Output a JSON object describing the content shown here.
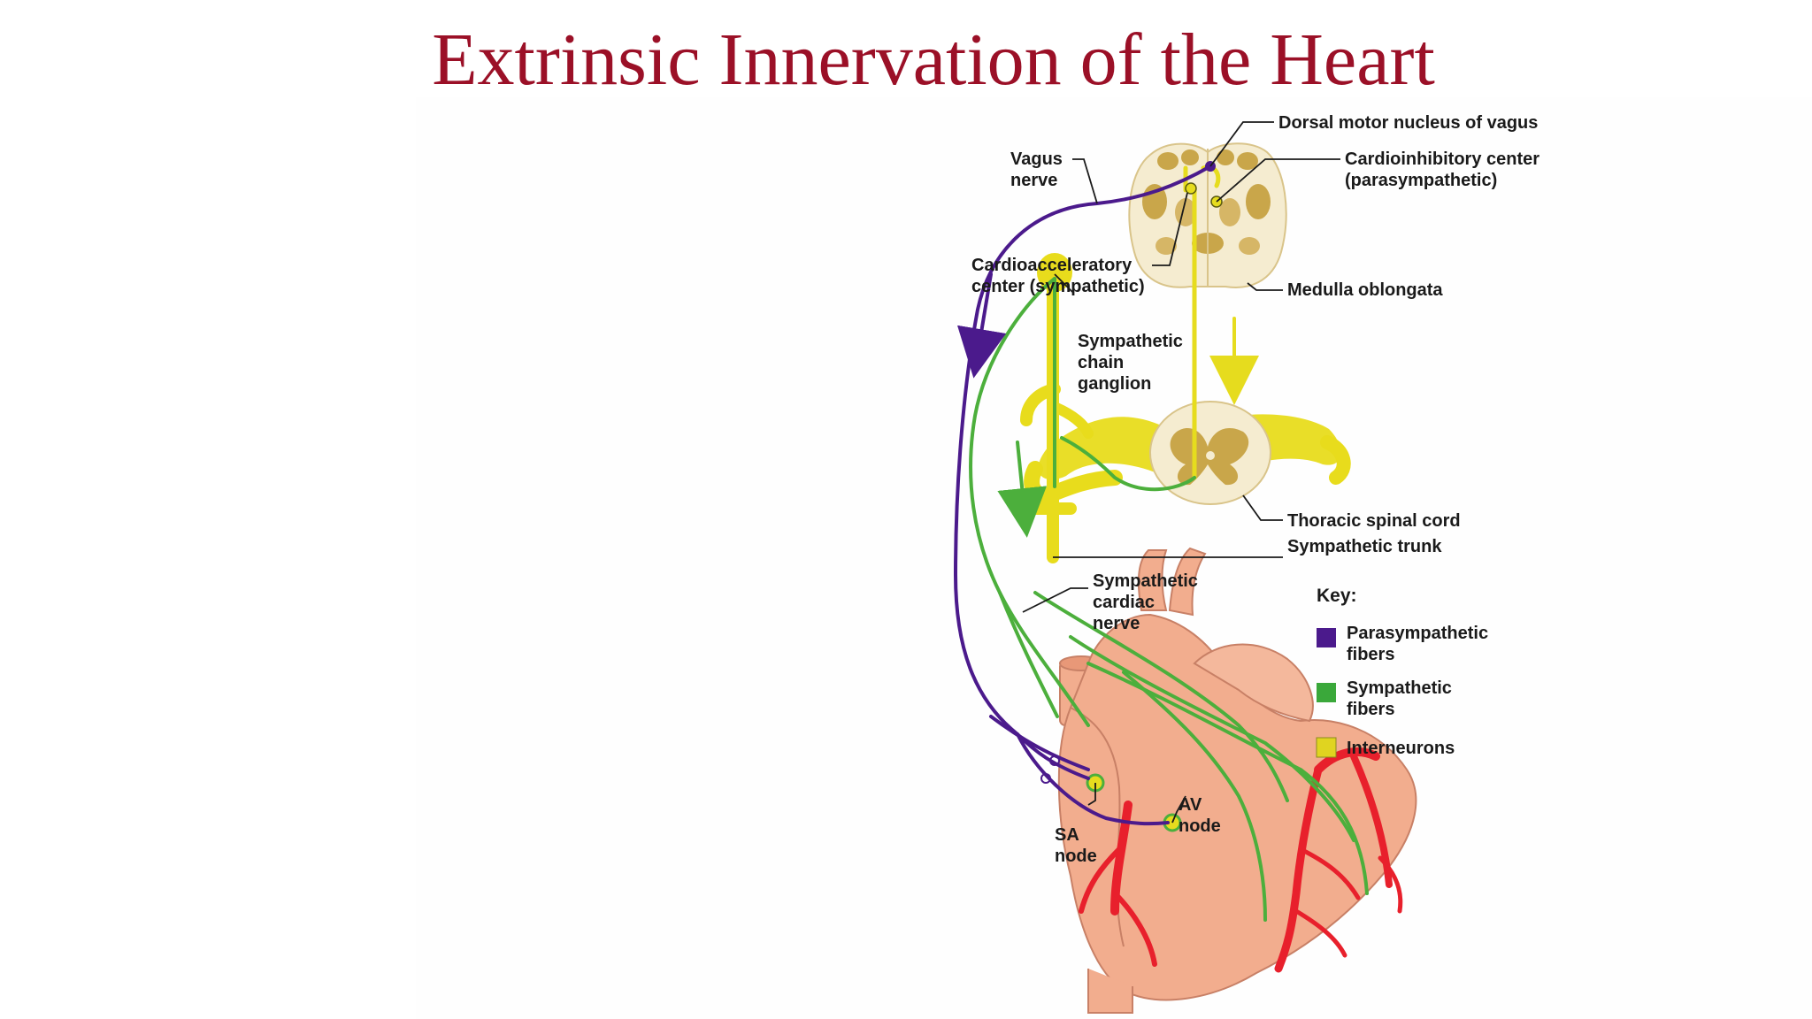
{
  "slide": {
    "title": "Extrinsic Innervation of the Heart"
  },
  "labels": {
    "dorsal_motor_nucleus": "Dorsal motor nucleus of vagus",
    "cardioinhibitory_l1": "Cardioinhibitory center",
    "cardioinhibitory_l2": "(parasympathetic)",
    "vagus_l1": "Vagus",
    "vagus_l2": "nerve",
    "cardioacceleratory_l1": "Cardioacceleratory",
    "cardioacceleratory_l2": "center (sympathetic)",
    "medulla": "Medulla oblongata",
    "chain_l1": "Sympathetic",
    "chain_l2": "chain",
    "chain_l3": "ganglion",
    "thoracic": "Thoracic spinal cord",
    "trunk": "Sympathetic trunk",
    "cardiac_l1": "Sympathetic",
    "cardiac_l2": "cardiac",
    "cardiac_l3": "nerve",
    "sa_l1": "SA",
    "sa_l2": "node",
    "av_l1": "AV",
    "av_l2": "node"
  },
  "key": {
    "title": "Key:",
    "items": [
      {
        "label_l1": "Parasympathetic",
        "label_l2": "fibers",
        "color": "#4b1a8c"
      },
      {
        "label_l1": "Sympathetic",
        "label_l2": "fibers",
        "color": "#3aa83a"
      },
      {
        "label_l1": "Interneurons",
        "label_l2": "",
        "color": "#e0d420"
      }
    ]
  },
  "colors": {
    "title": "#9b1027",
    "parasympathetic": "#4b1a8c",
    "sympathetic": "#4caf3c",
    "interneuron": "#e6dc1e",
    "heart": "#f2ad8e",
    "vessel": "#e8202c",
    "brain_tissue": "#f5ecd0",
    "gray_matter": "#c9a64a"
  }
}
